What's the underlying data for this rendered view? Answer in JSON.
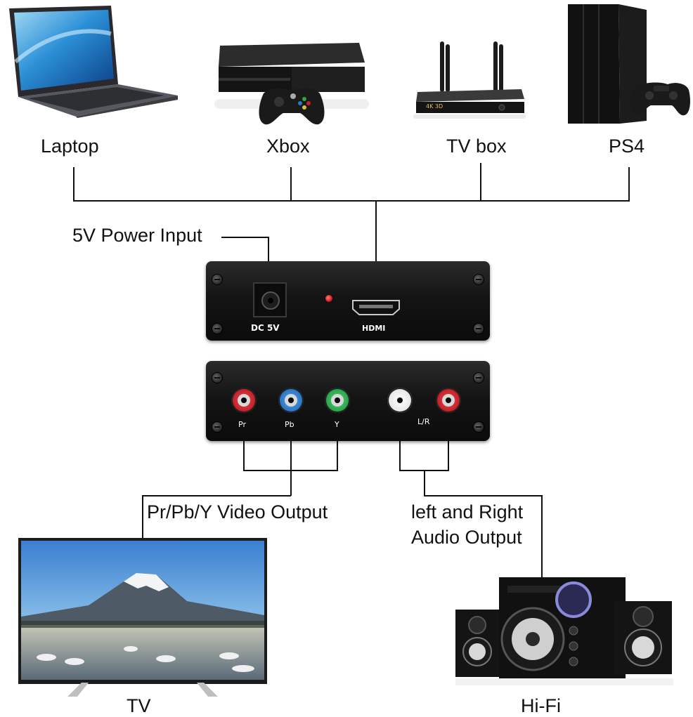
{
  "sources": {
    "laptop": "Laptop",
    "xbox": "Xbox",
    "tv_box": "TV box",
    "ps4": "PS4"
  },
  "power_input_label": "5V Power Input",
  "converter": {
    "dc_port_label": "DC 5V",
    "hdmi_port_label": "HDMI",
    "pr_label": "Pr",
    "pb_label": "Pb",
    "y_label": "Y",
    "lr_label": "L/R",
    "tvbox_brand": "4K 3D"
  },
  "video_output_label": "Pr/Pb/Y Video Output",
  "audio_output_label_line1": "left and Right",
  "audio_output_label_line2": "Audio Output",
  "outputs": {
    "tv": "TV",
    "hifi": "Hi-Fi"
  },
  "colors": {
    "wire": "#111111",
    "pr_jack": "#c8202a",
    "pb_jack": "#2a78c8",
    "y_jack": "#2aa84a",
    "left_jack": "#e8e8e8",
    "right_jack": "#c8202a",
    "led": "#e02020"
  }
}
